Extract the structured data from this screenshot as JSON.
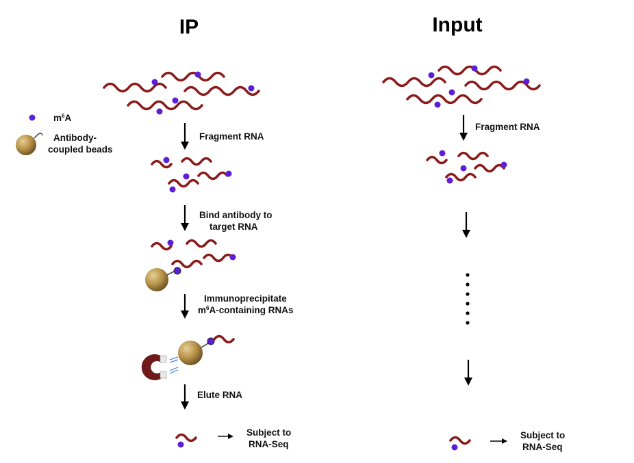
{
  "columns": {
    "ip": {
      "title": "IP"
    },
    "input": {
      "title": "Input"
    }
  },
  "legend": {
    "m6a_label_base": "m",
    "m6a_label_sup": "6",
    "m6a_label_tail": "A",
    "beads_label_line1": "Antibody-",
    "beads_label_line2": "coupled beads"
  },
  "steps": {
    "fragment_ip": "Fragment RNA",
    "fragment_input": "Fragment RNA",
    "bind_line1": "Bind antibody to",
    "bind_line2": "target RNA",
    "immuno_line1": "Immunoprecipitate",
    "immuno_line2_base": "m",
    "immuno_line2_sup": "6",
    "immuno_line2_tail": "A-containing RNAs",
    "elute": "Elute RNA",
    "subject_ip_line1": "Subject to",
    "subject_ip_line2": "RNA-Seq",
    "subject_input_line1": "Subject to",
    "subject_input_line2": "RNA-Seq"
  },
  "colors": {
    "rna": "#8b1a1a",
    "m6a": "#5b1fd8",
    "bead": "#b8934a",
    "magnet": "#6e1a1a",
    "field": "#3f7fd9"
  }
}
